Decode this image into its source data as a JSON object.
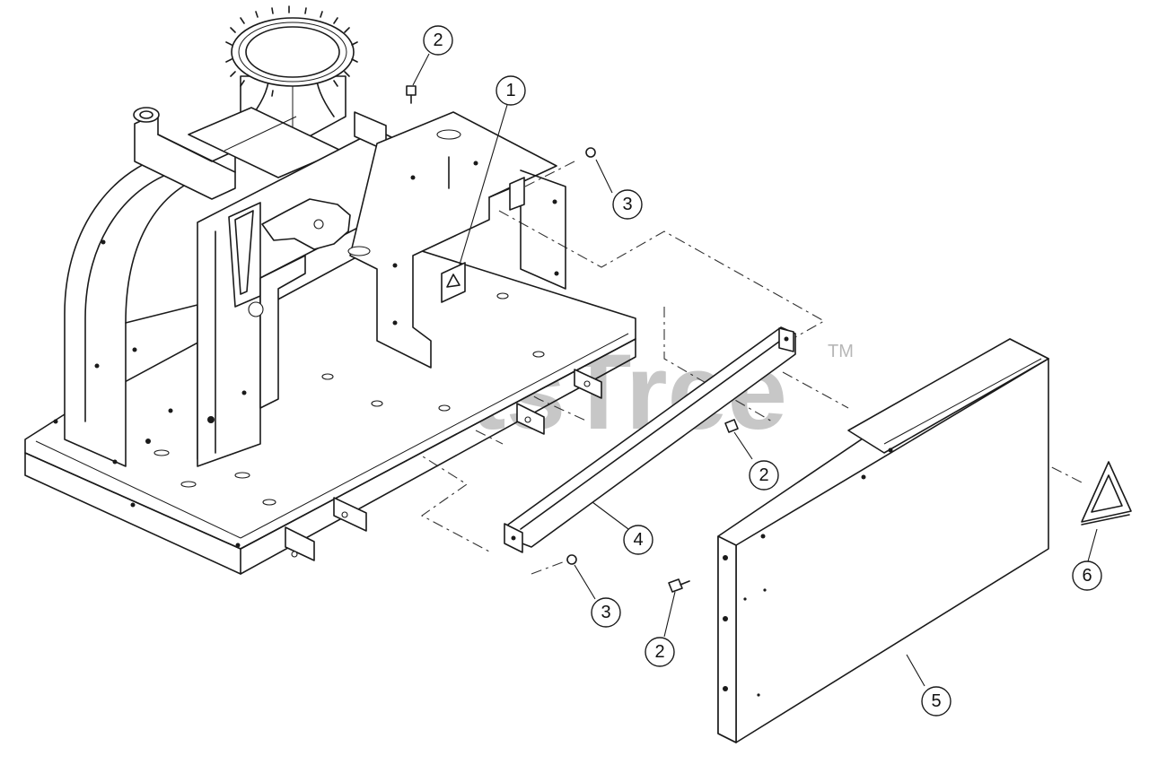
{
  "watermark": {
    "text": "PartsTree",
    "trademark": "TM"
  },
  "callouts": [
    {
      "id": "c1",
      "label": "1"
    },
    {
      "id": "c2a",
      "label": "2"
    },
    {
      "id": "c3a",
      "label": "3"
    },
    {
      "id": "c2b",
      "label": "2"
    },
    {
      "id": "c4",
      "label": "4"
    },
    {
      "id": "c3b",
      "label": "3"
    },
    {
      "id": "c2c",
      "label": "2"
    },
    {
      "id": "c5",
      "label": "5"
    },
    {
      "id": "c6",
      "label": "6"
    }
  ]
}
